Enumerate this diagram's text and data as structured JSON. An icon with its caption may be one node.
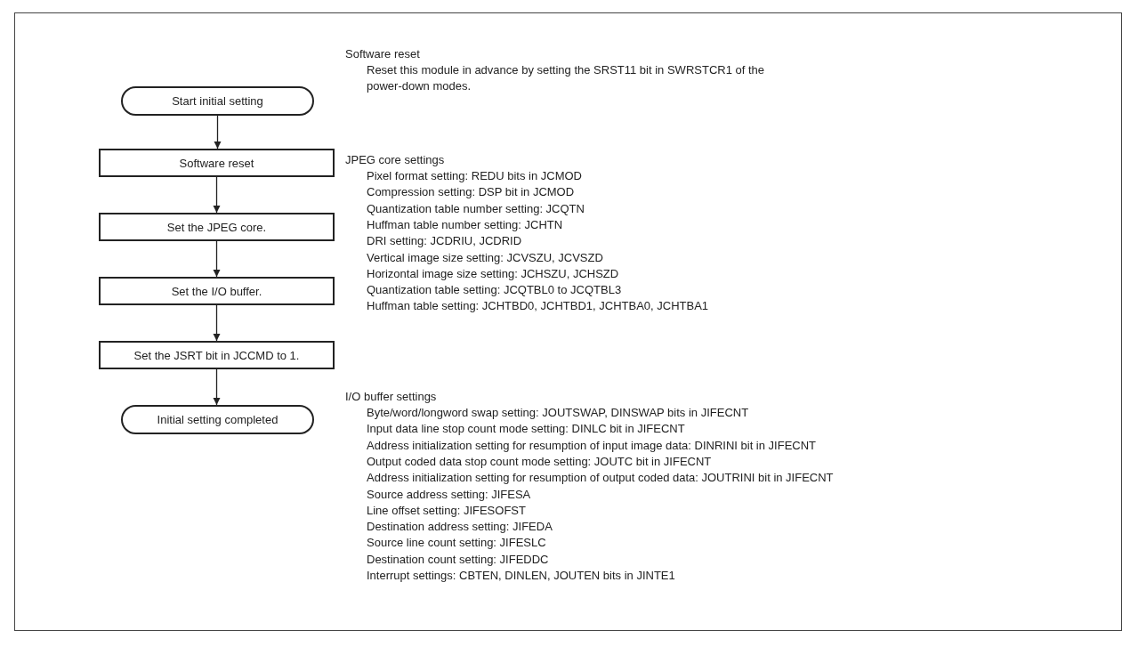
{
  "diagram": {
    "nodes": [
      {
        "text": [
          "Start initial setting"
        ]
      },
      {
        "text": [
          "Software reset"
        ]
      },
      {
        "text": [
          "Set the JPEG core."
        ]
      },
      {
        "text": [
          "Set the I/O buffer."
        ]
      },
      {
        "text": [
          "Set the JSRT bit in JCCMD to 1."
        ]
      },
      {
        "text": [
          "Initial setting completed"
        ]
      }
    ],
    "edges": [
      {
        "from": 0,
        "to": 1,
        "arrow": "to"
      },
      {
        "from": 1,
        "to": 2,
        "arrow": "to"
      },
      {
        "from": 2,
        "to": 3,
        "arrow": "to"
      },
      {
        "from": 3,
        "to": 4,
        "arrow": "to"
      },
      {
        "from": 4,
        "to": 5,
        "arrow": "to"
      }
    ],
    "labels": [
      "Software reset",
      "Reset this module in advance by setting the SRST11 bit in SWRSTCR1 of the power-down modes.",
      "JPEG core settings",
      "Pixel format setting: REDU bits in JCMOD",
      "Compression setting: DSP bit in JCMOD",
      "Quantization table number setting: JCQTN",
      "Huffman table number setting: JCHTN",
      "DRI setting: JCDRIU, JCDRID",
      "Vertical image size setting: JCVSZU, JCVSZD",
      "Horizontal image size setting: JCHSZU, JCHSZD",
      "Quantization table setting: JCQTBL0 to JCQTBL3",
      "Huffman table setting: JCHTBD0, JCHTBD1, JCHTBA0, JCHTBA1",
      "I/O buffer settings",
      "Byte/word/longword swap setting: JOUTSWAP, DINSWAP bits in JIFECNT",
      "Input data line stop count mode setting: DINLC bit in JIFECNT",
      "Address initialization setting for resumption of input image data: DINRINI bit in JIFECNT",
      "Output coded data stop count mode setting: JOUTC bit in JIFECNT",
      "Address initialization setting for resumption of output coded data: JOUTRINI bit in JIFECNT",
      "Source address setting: JIFESA",
      "Line offset setting: JIFESOFST",
      "Destination address setting: JIFEDA",
      "Source line count setting: JIFESLC",
      "Destination count setting: JIFEDDC",
      "Interrupt settings: CBTEN, DINLEN, JOUTEN bits in JINTE1"
    ]
  }
}
